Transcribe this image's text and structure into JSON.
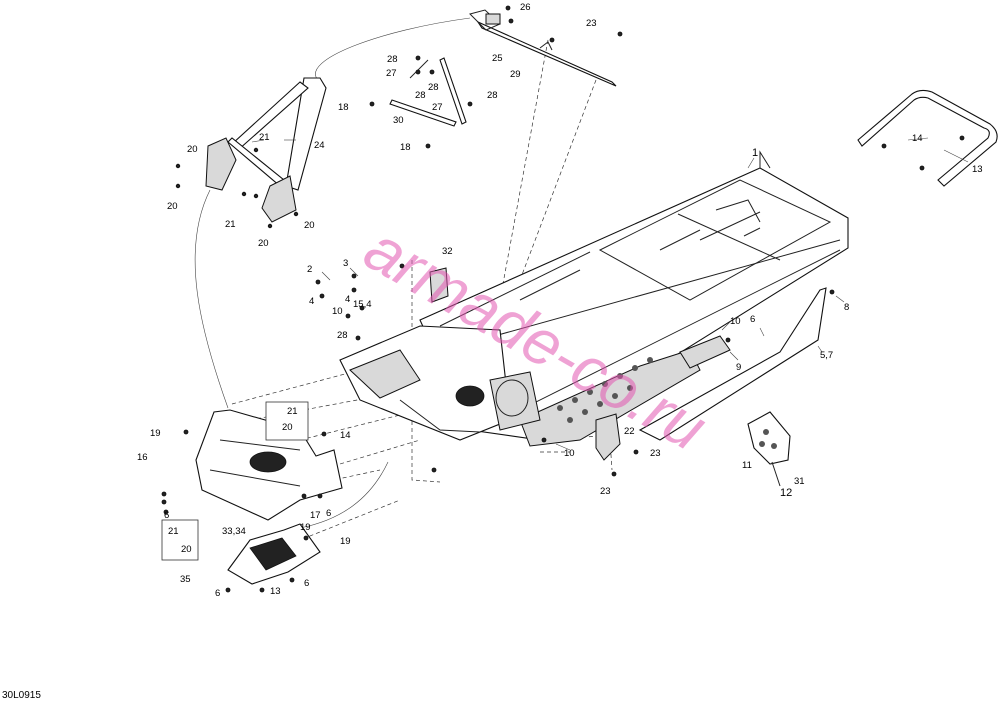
{
  "diagram": {
    "code": "30L0915",
    "watermark": "armade-co.ru",
    "callouts": [
      {
        "id": "c1",
        "text": "1"
      },
      {
        "id": "c2",
        "text": "2"
      },
      {
        "id": "c3",
        "text": "3"
      },
      {
        "id": "c4a",
        "text": "4"
      },
      {
        "id": "c4b",
        "text": "4"
      },
      {
        "id": "c57",
        "text": "5,7"
      },
      {
        "id": "c6a",
        "text": "6"
      },
      {
        "id": "c6b",
        "text": "6"
      },
      {
        "id": "c6c",
        "text": "6"
      },
      {
        "id": "c6d",
        "text": "6"
      },
      {
        "id": "c6e",
        "text": "6"
      },
      {
        "id": "c8",
        "text": "8"
      },
      {
        "id": "c9",
        "text": "9"
      },
      {
        "id": "c10a",
        "text": "10"
      },
      {
        "id": "c10b",
        "text": "10"
      },
      {
        "id": "c10c",
        "text": "10"
      },
      {
        "id": "c11",
        "text": "11"
      },
      {
        "id": "c12",
        "text": "12"
      },
      {
        "id": "c13a",
        "text": "13"
      },
      {
        "id": "c13b",
        "text": "13"
      },
      {
        "id": "c14a",
        "text": "14"
      },
      {
        "id": "c14b",
        "text": "14"
      },
      {
        "id": "c154",
        "text": "15,4"
      },
      {
        "id": "c16",
        "text": "16"
      },
      {
        "id": "c17",
        "text": "17"
      },
      {
        "id": "c18a",
        "text": "18"
      },
      {
        "id": "c18b",
        "text": "18"
      },
      {
        "id": "c19a",
        "text": "19"
      },
      {
        "id": "c19b",
        "text": "19"
      },
      {
        "id": "c19c",
        "text": "19"
      },
      {
        "id": "c20a",
        "text": "20"
      },
      {
        "id": "c20b",
        "text": "20"
      },
      {
        "id": "c20c",
        "text": "20"
      },
      {
        "id": "c20d",
        "text": "20"
      },
      {
        "id": "c20e",
        "text": "20"
      },
      {
        "id": "c20f",
        "text": "20"
      },
      {
        "id": "c21a",
        "text": "21"
      },
      {
        "id": "c21b",
        "text": "21"
      },
      {
        "id": "c21c",
        "text": "21"
      },
      {
        "id": "c21d",
        "text": "21"
      },
      {
        "id": "c22",
        "text": "22"
      },
      {
        "id": "c23a",
        "text": "23"
      },
      {
        "id": "c23b",
        "text": "23"
      },
      {
        "id": "c23c",
        "text": "23"
      },
      {
        "id": "c24",
        "text": "24"
      },
      {
        "id": "c25",
        "text": "25"
      },
      {
        "id": "c26",
        "text": "26"
      },
      {
        "id": "c27a",
        "text": "27"
      },
      {
        "id": "c27b",
        "text": "27"
      },
      {
        "id": "c28a",
        "text": "28"
      },
      {
        "id": "c28b",
        "text": "28"
      },
      {
        "id": "c28c",
        "text": "28"
      },
      {
        "id": "c28d",
        "text": "28"
      },
      {
        "id": "c28e",
        "text": "28"
      },
      {
        "id": "c29",
        "text": "29"
      },
      {
        "id": "c30",
        "text": "30"
      },
      {
        "id": "c31",
        "text": "31"
      },
      {
        "id": "c32",
        "text": "32"
      },
      {
        "id": "c3334",
        "text": "33,34"
      },
      {
        "id": "c35",
        "text": "35"
      }
    ]
  }
}
